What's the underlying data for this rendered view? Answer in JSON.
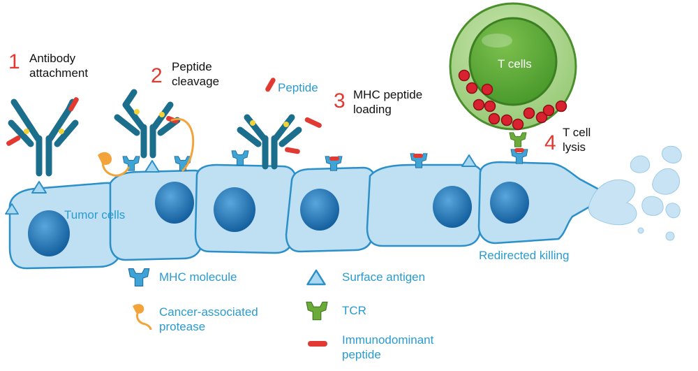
{
  "colors": {
    "accent_red": "#e03a32",
    "label_blue": "#2a9bd0",
    "cell_fill": "#bfe0f2",
    "cell_stroke": "#2b8fc9",
    "nucleus": "#1f78be",
    "antibody": "#1b6e8c",
    "tcr_green": "#6cab3a",
    "tcell_inner": "#5fa83a",
    "tcell_outer": "#a9d48a",
    "protease_orange": "#f2a33a"
  },
  "steps": [
    {
      "number": "1",
      "label": "Antibody\nattachment"
    },
    {
      "number": "2",
      "label": "Peptide\ncleavage"
    },
    {
      "number": "3",
      "label": "MHC peptide\nloading"
    },
    {
      "number": "4",
      "label": "T cell\nlysis"
    }
  ],
  "labels": {
    "peptide": "Peptide",
    "tumor_cells": "Tumor cells",
    "t_cells": "T cells",
    "redirected_killing": "Redirected killing"
  },
  "legend": [
    {
      "icon": "mhc-molecule-icon",
      "label": "MHC molecule"
    },
    {
      "icon": "protease-icon",
      "label": "Cancer-associated\nprotease"
    },
    {
      "icon": "surface-antigen-icon",
      "label": "Surface antigen"
    },
    {
      "icon": "tcr-icon",
      "label": "TCR"
    },
    {
      "icon": "peptide-icon",
      "label": "Immunodominant\npeptide"
    }
  ]
}
